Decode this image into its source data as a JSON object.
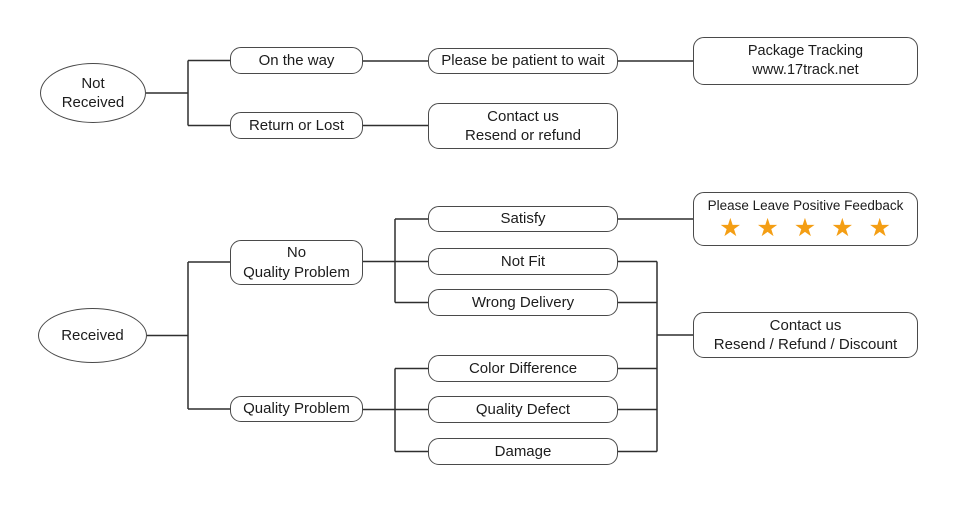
{
  "flowchart": {
    "not_received_tree": {
      "root": "Not\nReceived",
      "on_the_way": "On the way",
      "please_wait": "Please be patient to wait",
      "package_tracking": "Package Tracking\nwww.17track.net",
      "return_or_lost": "Return or Lost",
      "contact_us": "Contact us\nResend or refund"
    },
    "received_tree": {
      "root": "Received",
      "no_quality_problem": "No\nQuality Problem",
      "satisfy": "Satisfy",
      "feedback_title": "Please Leave Positive Feedback",
      "feedback_stars": "★ ★ ★ ★ ★",
      "not_fit": "Not Fit",
      "wrong_delivery": "Wrong Delivery",
      "quality_problem": "Quality Problem",
      "color_difference": "Color Difference",
      "quality_defect": "Quality Defect",
      "damage": "Damage",
      "contact_us": "Contact us\nResend / Refund / Discount"
    },
    "colors": {
      "star": "#F49E14",
      "line": "#2f2f2f",
      "border": "#4a4a4a",
      "background": "#ffffff"
    }
  }
}
